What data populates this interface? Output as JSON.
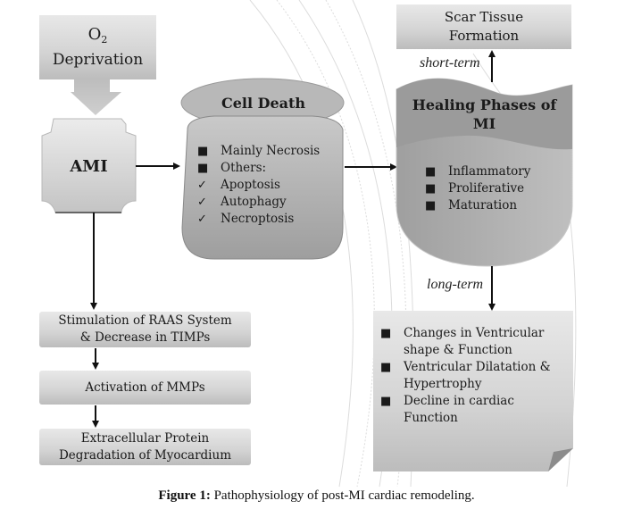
{
  "figure": {
    "caption_prefix": "Figure 1:",
    "caption_text": " Pathophysiology of post-MI cardiac remodeling."
  },
  "nodes": {
    "o2_deprivation": {
      "line1": "O",
      "subscript": "2",
      "line2": "Deprivation"
    },
    "ami": {
      "label": "AMI"
    },
    "cell_death": {
      "title": "Cell Death",
      "items": [
        {
          "marker": "■",
          "text": "Mainly Necrosis"
        },
        {
          "marker": "■",
          "text": "Others:"
        },
        {
          "marker": "✓",
          "text": "Apoptosis"
        },
        {
          "marker": "✓",
          "text": "Autophagy"
        },
        {
          "marker": "✓",
          "text": "Necroptosis"
        }
      ]
    },
    "healing": {
      "title_line1": "Healing Phases of",
      "title_line2": "MI",
      "items": [
        {
          "marker": "■",
          "text": "Inflammatory"
        },
        {
          "marker": "■",
          "text": "Proliferative"
        },
        {
          "marker": "■",
          "text": "Maturation"
        }
      ]
    },
    "scar": {
      "line1": "Scar Tissue",
      "line2": "Formation"
    },
    "long_term_effects": {
      "items": [
        {
          "marker": "■",
          "line1": "Changes in Ventricular",
          "line2": "shape & Function"
        },
        {
          "marker": "■",
          "line1": "Ventricular Dilatation &",
          "line2": "Hypertrophy"
        },
        {
          "marker": "■",
          "line1": "Decline in cardiac",
          "line2": "Function"
        }
      ]
    },
    "raas": {
      "line1": "Stimulation of RAAS System",
      "line2": "& Decrease in TIMPs"
    },
    "mmps": {
      "label": "Activation of MMPs"
    },
    "ecm": {
      "line1": "Extracellular Protein",
      "line2": "Degradation of Myocardium"
    }
  },
  "edge_labels": {
    "short_term": "short-term",
    "long_term": "long-term"
  },
  "colors": {
    "box_light": "#d4d4d4",
    "box_dark": "#a6a6a6",
    "arrow": "#111111",
    "text": "#1a1a1a"
  }
}
